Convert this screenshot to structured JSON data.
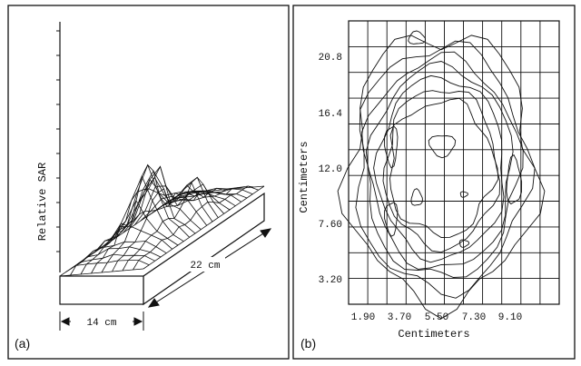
{
  "panel_a": {
    "label": "(a)",
    "y_axis_label": "Relative SAR",
    "width_dimension": "14 cm",
    "length_dimension": "22 cm"
  },
  "panel_b": {
    "label": "(b)",
    "x_axis_label": "Centimeters",
    "y_axis_label": "Centimeters",
    "x_ticks": [
      "1.90",
      "3.70",
      "5.50",
      "7.30",
      "9.10"
    ],
    "y_ticks": [
      "20.8",
      "16.4",
      "12.0",
      "7.60",
      "3.20"
    ]
  }
}
